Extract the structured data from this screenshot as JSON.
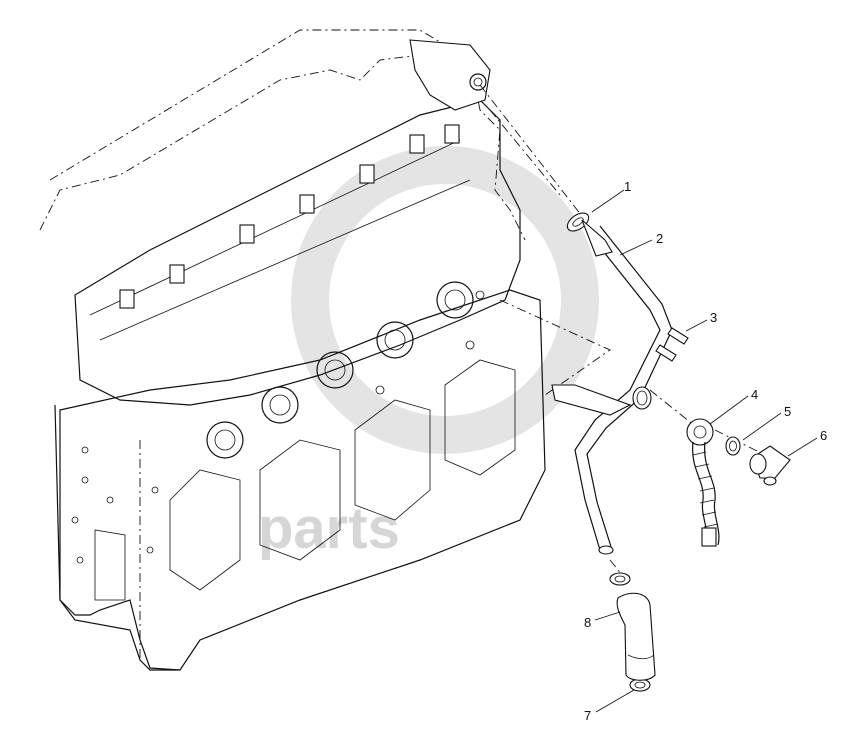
{
  "watermark": {
    "text": "parts"
  },
  "callouts": [
    {
      "id": "1",
      "label": "1"
    },
    {
      "id": "2",
      "label": "2"
    },
    {
      "id": "3",
      "label": "3"
    },
    {
      "id": "4",
      "label": "4"
    },
    {
      "id": "5",
      "label": "5"
    },
    {
      "id": "6",
      "label": "6"
    },
    {
      "id": "7",
      "label": "7"
    },
    {
      "id": "8",
      "label": "8"
    }
  ]
}
